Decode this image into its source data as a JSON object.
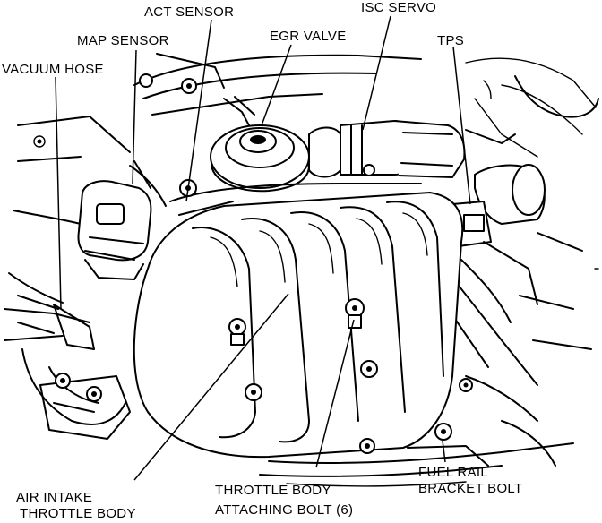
{
  "diagram": {
    "labels": {
      "act_sensor": "ACT SENSOR",
      "isc_servo": "ISC SERVO",
      "map_sensor": "MAP SENSOR",
      "egr_valve": "EGR VALVE",
      "tps": "TPS",
      "vacuum_hose": "VACUUM HOSE",
      "air_intake_line1": "AIR INTAKE",
      "air_intake_line2": "THROTTLE BODY",
      "throttle_bolt_line1": "THROTTLE BODY",
      "throttle_bolt_line2": "ATTACHING BOLT (6)",
      "fuel_rail_line1": "FUEL RAIL",
      "fuel_rail_line2": "BRACKET BOLT"
    }
  }
}
